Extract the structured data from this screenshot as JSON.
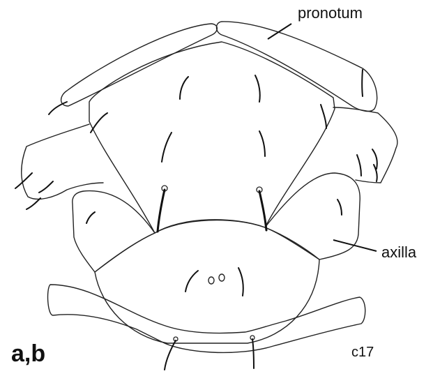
{
  "figure": {
    "panel_label": "a,b",
    "specimen_code": "c17",
    "labels": {
      "pronotum": "pronotum",
      "axilla": "axilla"
    }
  }
}
